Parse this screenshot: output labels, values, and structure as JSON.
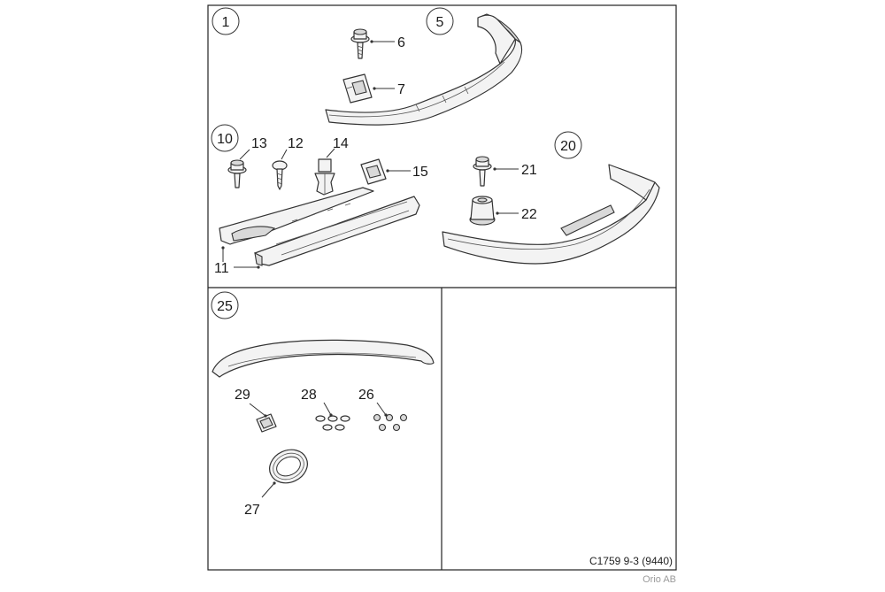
{
  "sections": [
    {
      "id": "s1",
      "number": "1"
    },
    {
      "id": "s10",
      "number": "10"
    },
    {
      "id": "s5",
      "number": "5"
    },
    {
      "id": "s20",
      "number": "20"
    },
    {
      "id": "s25",
      "number": "25"
    }
  ],
  "callouts": {
    "c6": "6",
    "c7": "7",
    "c13": "13",
    "c12": "12",
    "c14": "14",
    "c15": "15",
    "c11": "11",
    "c21": "21",
    "c22": "22",
    "c29": "29",
    "c28": "28",
    "c26": "26",
    "c27": "27"
  },
  "footer": {
    "diagram_ref": "C1759 9-3 (9440)",
    "brand": "Orio AB"
  }
}
